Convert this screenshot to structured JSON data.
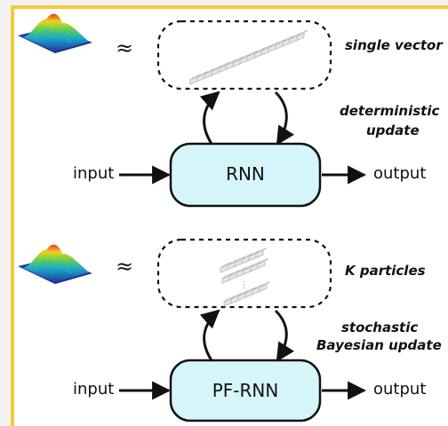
{
  "top": {
    "approx_symbol": "≈",
    "state_label": "single vector",
    "update_label_line1": "deterministic",
    "update_label_line2": "update",
    "input_label": "input",
    "model_label": "RNN",
    "output_label": "output",
    "distribution_icon": "surface-plot-icon"
  },
  "bottom": {
    "approx_symbol": "≈",
    "state_label": "K particles",
    "update_label_line1": "stochastic",
    "update_label_line2": "Bayesian update",
    "input_label": "input",
    "model_label": "PF-RNN",
    "output_label": "output",
    "distribution_icon": "surface-plot-icon"
  },
  "colors": {
    "frame_border": "#f5cc38",
    "box_fill": "#d6f5fb",
    "box_stroke": "#111111"
  }
}
